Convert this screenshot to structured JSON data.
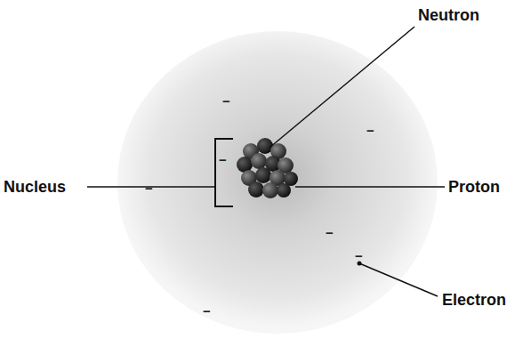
{
  "diagram": {
    "labels": [
      "Neutron",
      "Nucleus",
      "Proton",
      "Electron",
      "−",
      "−",
      "−",
      "−",
      "−",
      "−",
      "−"
    ]
  }
}
